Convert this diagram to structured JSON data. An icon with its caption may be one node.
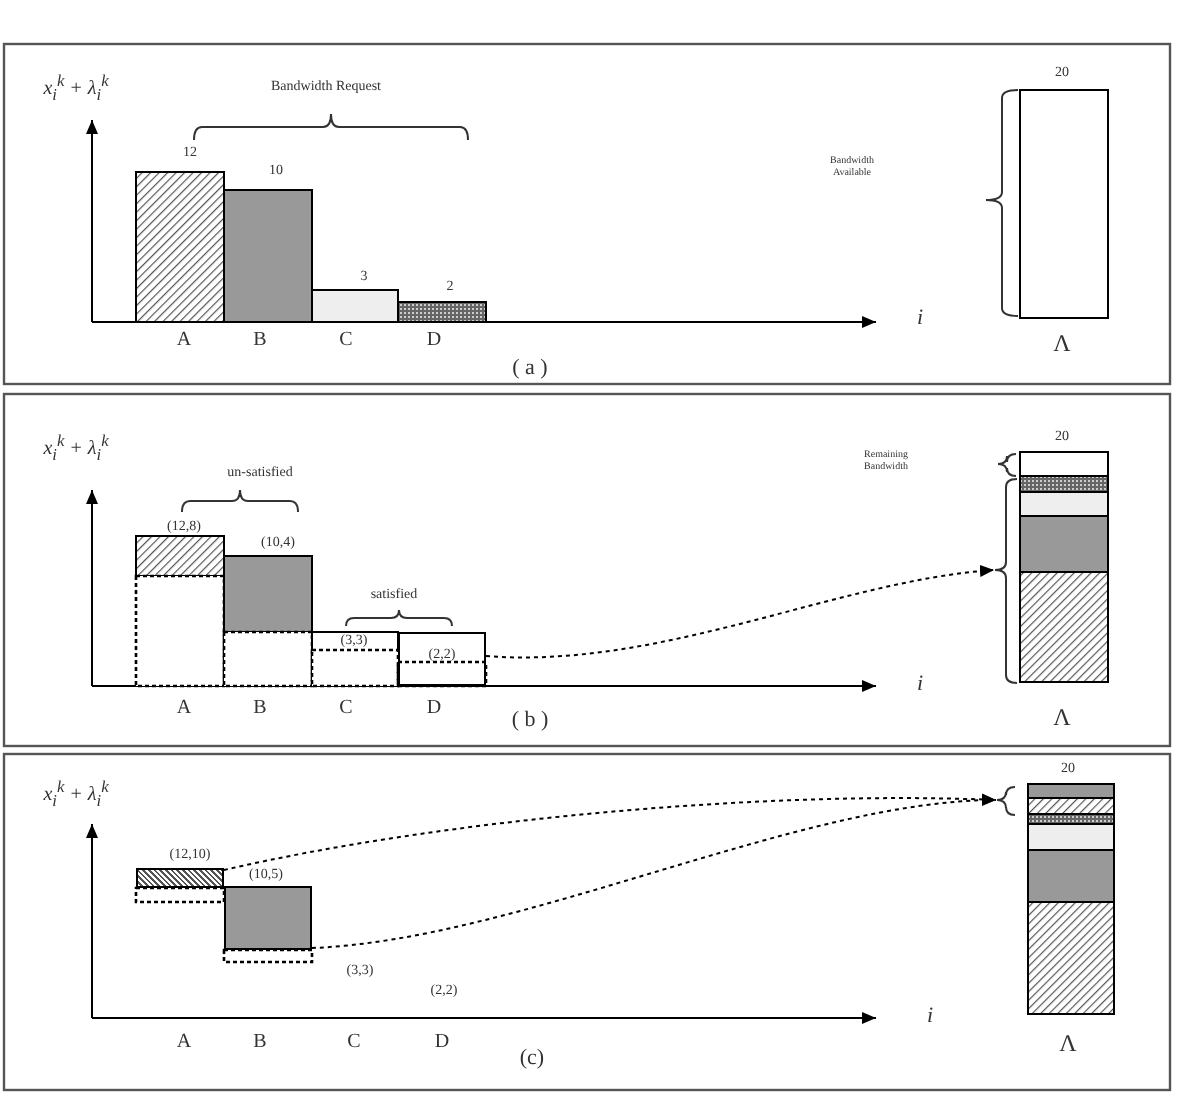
{
  "diagram": {
    "nodes": [
      {
        "text": [
          "(2,2)"
        ]
      },
      {
        "text": [],
        "shape": "brace"
      },
      {
        "text": [],
        "shape": "bar",
        "beside": [
          "(12,10)"
        ]
      },
      {
        "text": [],
        "shape": "bar",
        "beside": [
          "(10,5)"
        ]
      },
      {
        "text": [],
        "shape": "brace"
      }
    ],
    "edges": [
      {
        "from": 0,
        "to": 1,
        "arrow": "to",
        "style": "dashed"
      },
      {
        "from": 2,
        "to": 4,
        "arrow": "to",
        "style": "dashed"
      },
      {
        "from": 3,
        "to": 4,
        "arrow": "to",
        "style": "dashed"
      }
    ],
    "labels": [
      "x$_{i}$$^{k}$ + λ$_{i}$$^{k}$",
      "Bandwidth Request",
      "20",
      "12",
      "10",
      "Bandwidth Available",
      "3",
      "2",
      "A",
      "B",
      "C",
      "D",
      "i",
      "( a )",
      "Λ",
      "x$_{i}$$^{k}$ + λ$_{i}$$^{k}$",
      "20",
      "un-satisfied",
      "Remaining Bandwidth",
      "(12,8)",
      "(10,4)",
      "satisfied",
      "(3,3)",
      "A",
      "B",
      "C",
      "D",
      "i",
      "( b )",
      "Λ",
      "x$_{i}$$^{k}$ + λ$_{i}$$^{k}$",
      "20",
      "(3,3)",
      "(2,2)",
      "A",
      "B",
      "C",
      "D",
      "i",
      "(c)",
      "Λ"
    ]
  }
}
